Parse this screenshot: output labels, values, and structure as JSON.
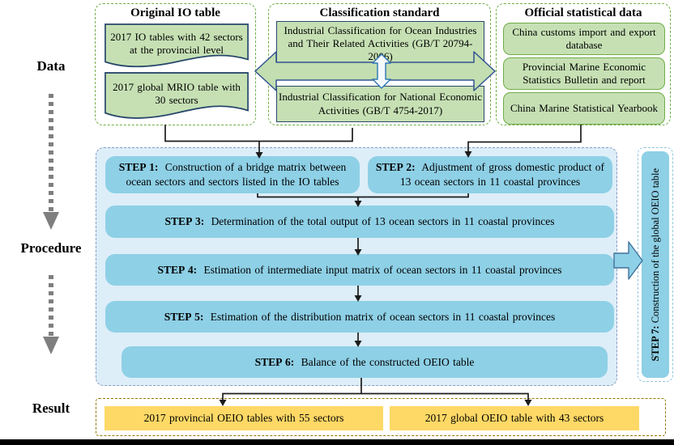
{
  "side": {
    "data_label": "Data",
    "procedure_label": "Procedure",
    "result_label": "Result"
  },
  "data_section": {
    "original_io": {
      "title": "Original IO table",
      "box1": "2017 IO tables with 42 sectors at the provincial level",
      "box2": "2017 global MRIO table with 30 sectors"
    },
    "classification": {
      "title": "Classification standard",
      "box1": "Industrial Classification for Ocean Industries and Their Related Activities (GB/T 20794-2006)",
      "box2": "Industrial Classification for National Economic Activities (GB/T 4754-2017)"
    },
    "official": {
      "title": "Official statistical data",
      "box1": "China customs import and export database",
      "box2": "Provincial Marine Economic Statistics Bulletin and report",
      "box3": "China Marine Statistical Yearbook"
    }
  },
  "procedure_section": {
    "steps": [
      {
        "label": "STEP 1:",
        "text": "Construction of a bridge matrix between ocean sectors and sectors listed in the IO tables"
      },
      {
        "label": "STEP 2:",
        "text": "Adjustment of gross domestic product of 13 ocean sectors in 11 coastal provinces"
      },
      {
        "label": "STEP 3:",
        "text": "Determination of the total output of 13 ocean sectors in 11 coastal provinces"
      },
      {
        "label": "STEP 4:",
        "text": "Estimation of intermediate input matrix of ocean sectors in 11 coastal provinces"
      },
      {
        "label": "STEP 5:",
        "text": "Estimation of the distribution matrix of ocean sectors in 11 coastal provinces"
      },
      {
        "label": "STEP 6:",
        "text": "Balance of the constructed OEIO table"
      }
    ],
    "step7": {
      "label": "STEP 7:",
      "text": "Construction of the global OEIO table"
    }
  },
  "result_section": {
    "box1": "2017 provincial OEIO tables with 55 sectors",
    "box2": "2017 global OEIO table with 43 sectors"
  },
  "colors": {
    "green_fill": "#c6e0b4",
    "green_border": "#70ad47",
    "navy_border": "#27486b",
    "step_blue": "#8ed0e6",
    "procedure_bg": "#ddeef8",
    "yellow_fill": "#ffd966",
    "result_border": "#997300",
    "connector_black": "#1c1c1c",
    "gray_arrow": "#7f7f7f"
  }
}
